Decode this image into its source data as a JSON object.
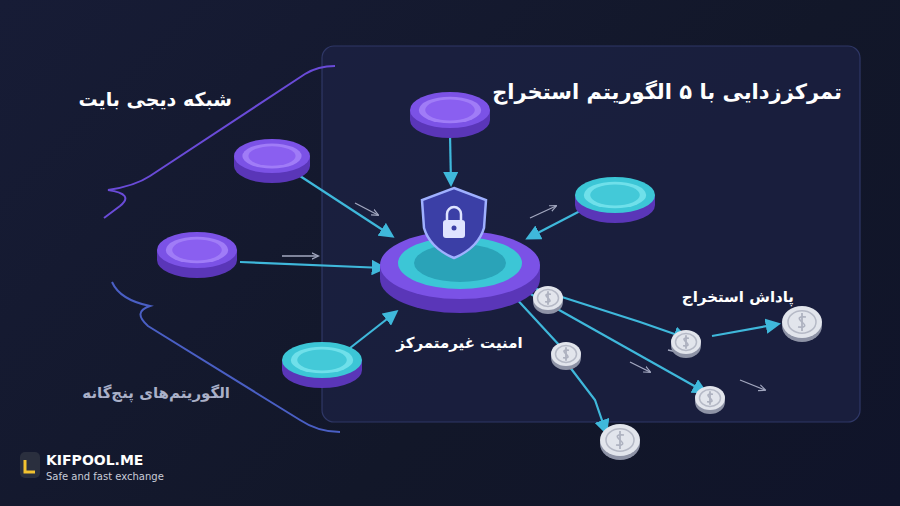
{
  "diagram": {
    "title": "تمرکززدایی با ۵ الگوریتم استخراج",
    "nodes": [
      {
        "text": [
          "امنیت غیرمتمرکز"
        ]
      }
    ],
    "labels": [
      "شبکه دیجی بایت",
      "الگوریتم‌های پنج‌گانه",
      "پاداش استخراج",
      "KIFPOOL.ME",
      "Safe and fast exchange"
    ]
  }
}
